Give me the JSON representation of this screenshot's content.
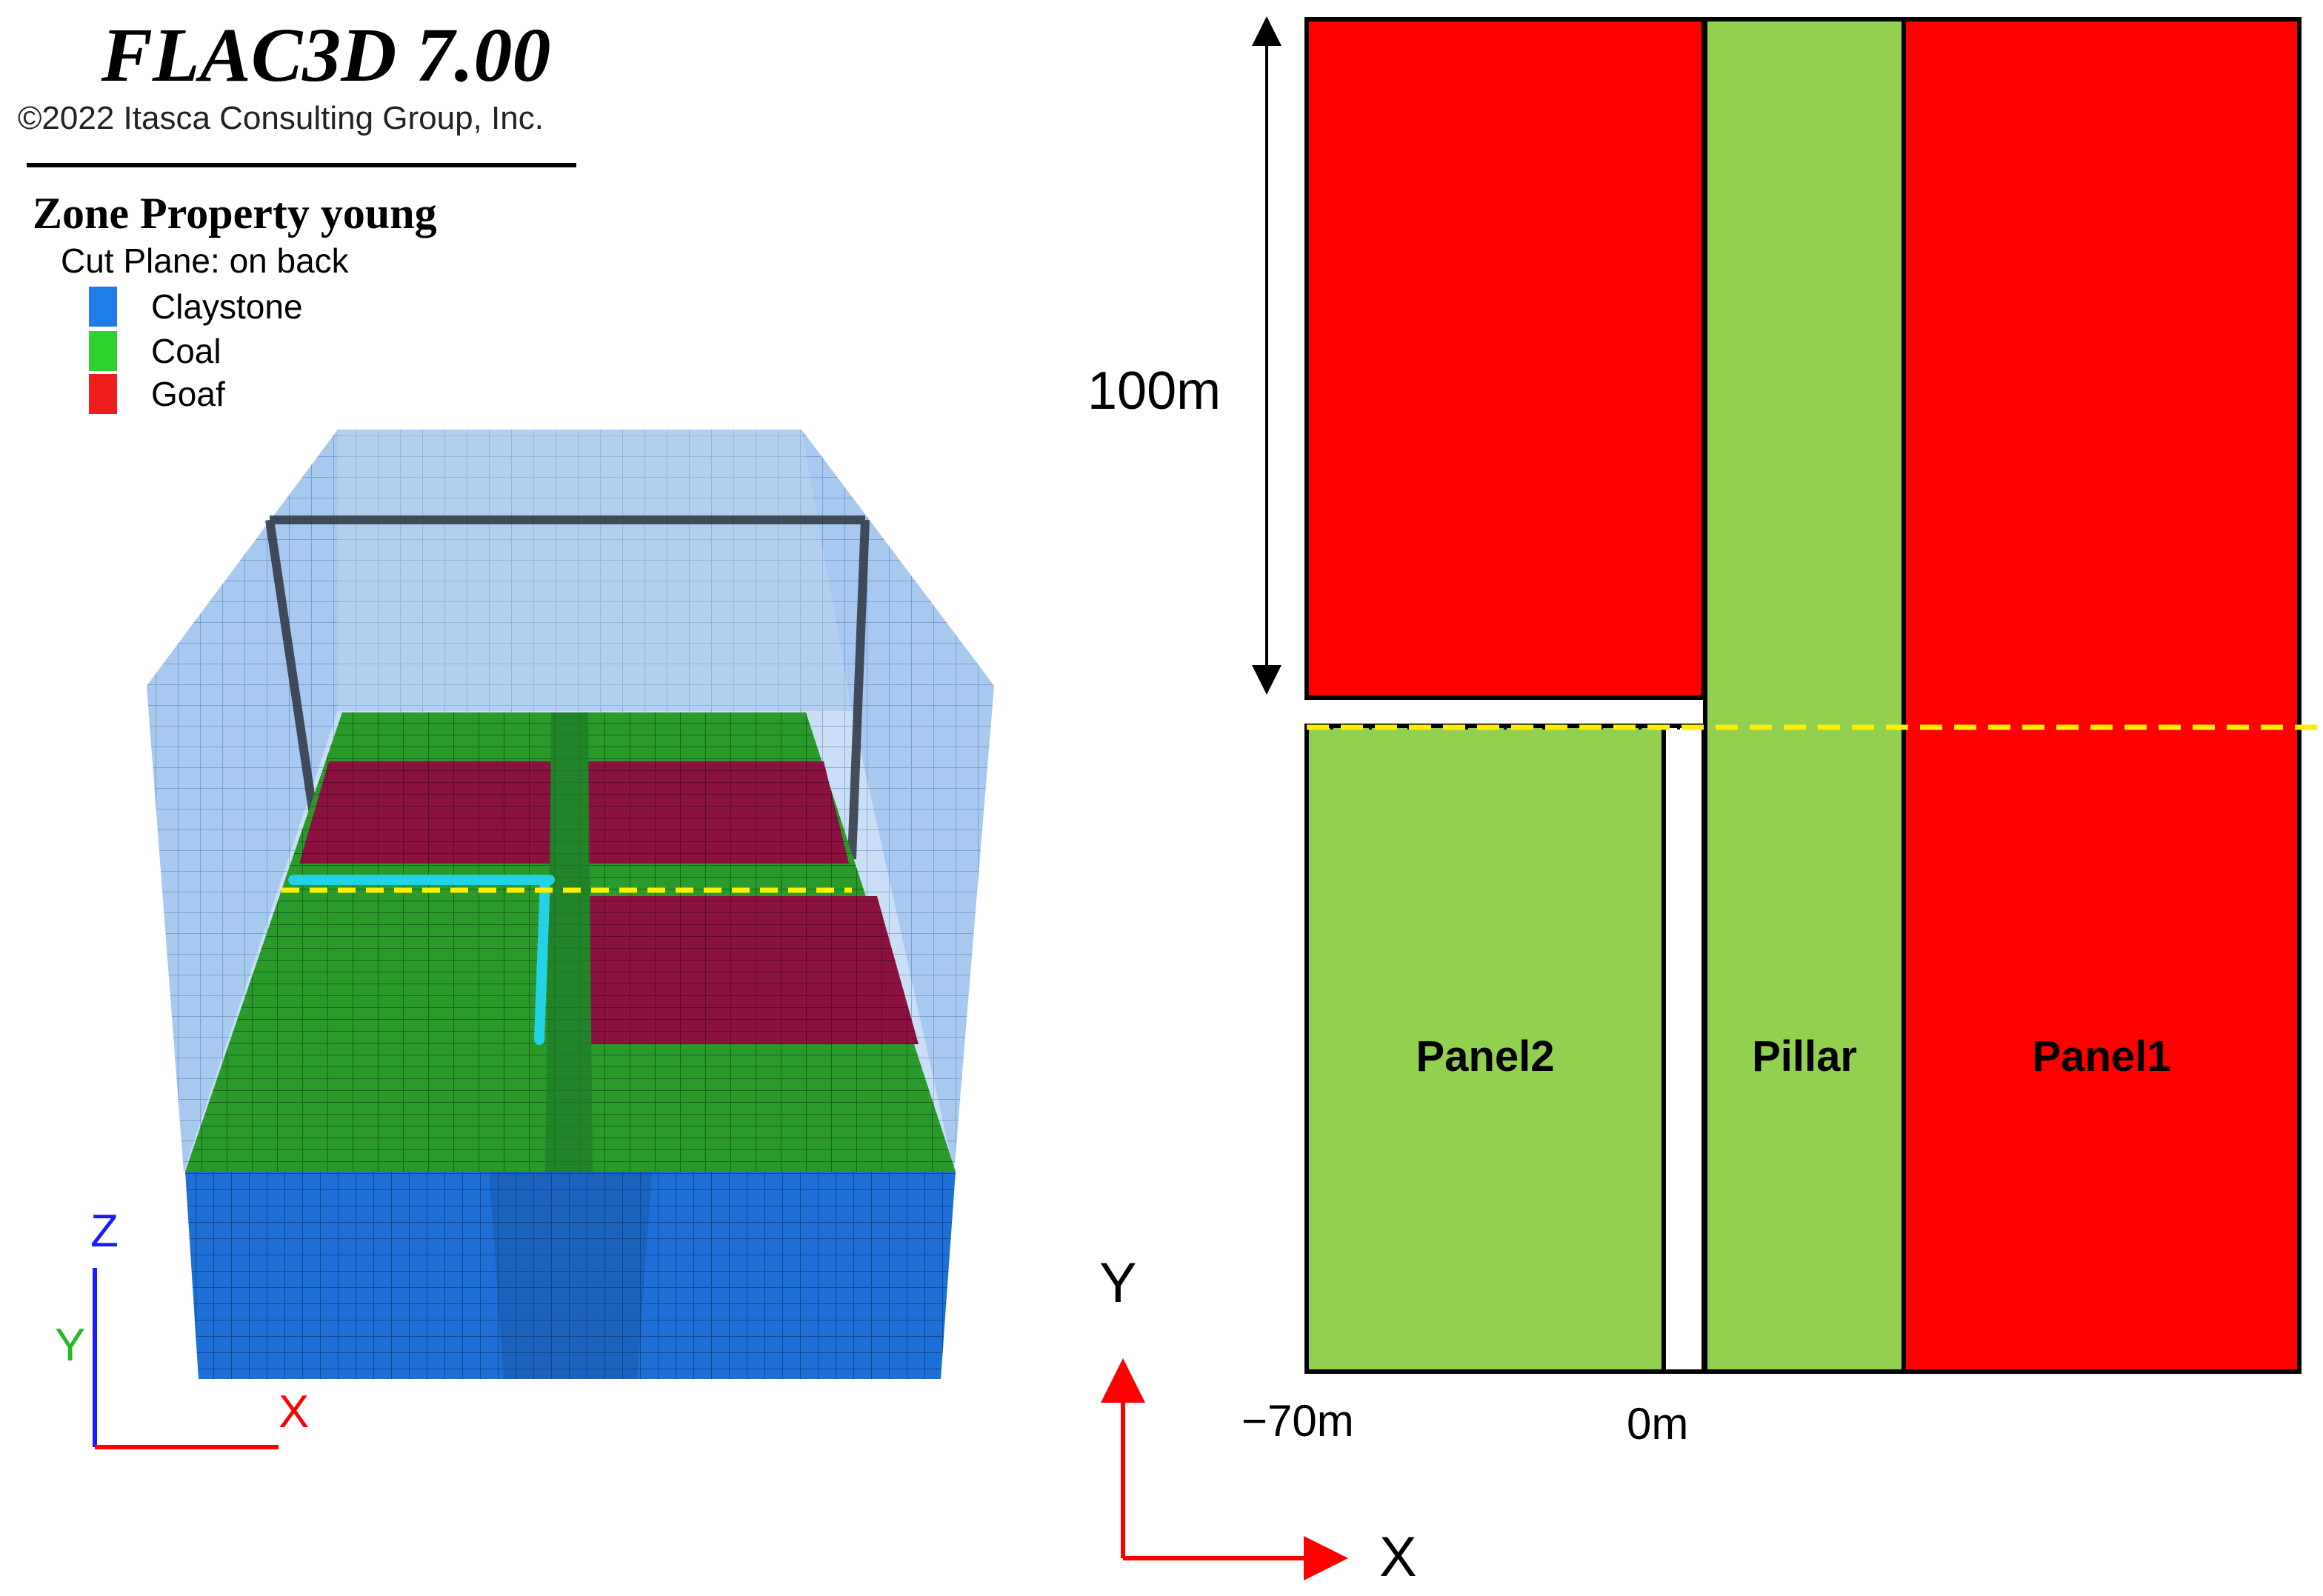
{
  "header": {
    "app_title": "FLAC3D 7.00",
    "copyright": "©2022 Itasca Consulting Group, Inc."
  },
  "legend": {
    "title": "Zone Property young",
    "subtitle": "Cut Plane: on back",
    "items": [
      {
        "label": "Claystone",
        "color": "#1e7de6"
      },
      {
        "label": "Coal",
        "color": "#2fd12f"
      },
      {
        "label": "Goaf",
        "color": "#ee1c1c"
      }
    ]
  },
  "model_view": {
    "axes": {
      "z": "Z",
      "y": "Y",
      "x": "X"
    },
    "colors": {
      "claystone": "#1e6fd6",
      "coal": "#2a9a2a",
      "goaf": "#8b1240",
      "roadway": "#22d3e6",
      "section_line": "#ffee00",
      "x_axis": "#ff0000",
      "y_axis": "#22bb22",
      "z_axis": "#1a1aff"
    }
  },
  "plan_view": {
    "labels": {
      "panel2": "Panel2",
      "pillar": "Pillar",
      "panel1": "Panel1",
      "length": "100m",
      "x_neg": "−70m",
      "x_zero": "0m",
      "axis_y": "Y",
      "axis_x": "X"
    },
    "colors": {
      "coal": "#92d050",
      "goaf": "#ff0000",
      "section_line": "#ffee00",
      "axis_arrow": "#ff0000"
    }
  }
}
